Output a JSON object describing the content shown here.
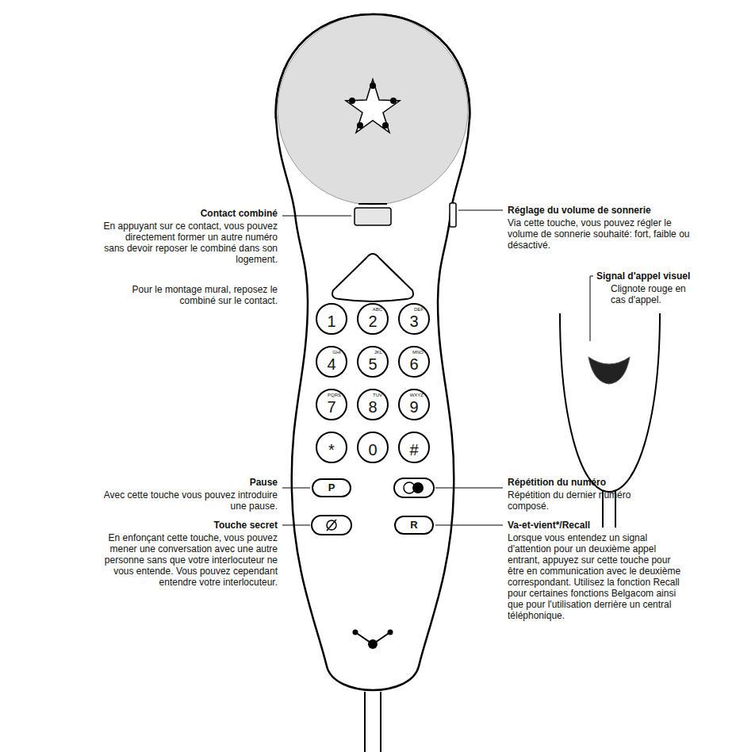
{
  "diagram": {
    "nodes": [
      {
        "text": [
          "1"
        ]
      },
      {
        "text": [
          "2",
          "ABC"
        ]
      },
      {
        "text": [
          "3",
          "DEF"
        ]
      },
      {
        "text": [
          "4",
          "GHI"
        ]
      },
      {
        "text": [
          "5",
          "JKL"
        ]
      },
      {
        "text": [
          "6",
          "MNO"
        ]
      },
      {
        "text": [
          "7",
          "PQRS"
        ]
      },
      {
        "text": [
          "8",
          "TUV"
        ]
      },
      {
        "text": [
          "9",
          "WXYZ"
        ]
      },
      {
        "text": [
          "*"
        ]
      },
      {
        "text": [
          "0"
        ]
      },
      {
        "text": [
          "#"
        ]
      },
      {
        "text": [
          "P"
        ]
      },
      {
        "text": [
          "R"
        ]
      }
    ],
    "labels": [
      "Contact combiné",
      "En appuyant sur ce contact, vous pouvez directement former un autre numéro sans devoir reposer le combiné dans son logement.",
      "Pour le montage mural, reposez le combiné sur le contact.",
      "Réglage du volume de sonnerie",
      "Via cette touche, vous pouvez régler le volume de sonnerie souhaité: fort, faible ou désactivé.",
      "Signal d'appel visuel",
      "Clignote rouge en cas d'appel.",
      "Pause",
      "Avec cette touche vous pouvez introduire une pause.",
      "Touche secret",
      "En enfonçant cette touche, vous pouvez mener une conversation avec une autre personne sans que votre interlocuteur ne vous entende. Vous pouvez cependant entendre votre interlocuteur.",
      "Répétition du numéro",
      "Répétition du dernier numéro composé.",
      "Va-et-vient*/Recall",
      "Lorsque vous entendez un signal d'attention pour un deuxième appel entrant, appuyez sur cette touche pour être en communication avec le deuxième correspondant. Utilisez la fonction Recall pour certaines fonctions Belgacom ainsi que pour l'utilisation derrière un central téléphonique."
    ]
  }
}
